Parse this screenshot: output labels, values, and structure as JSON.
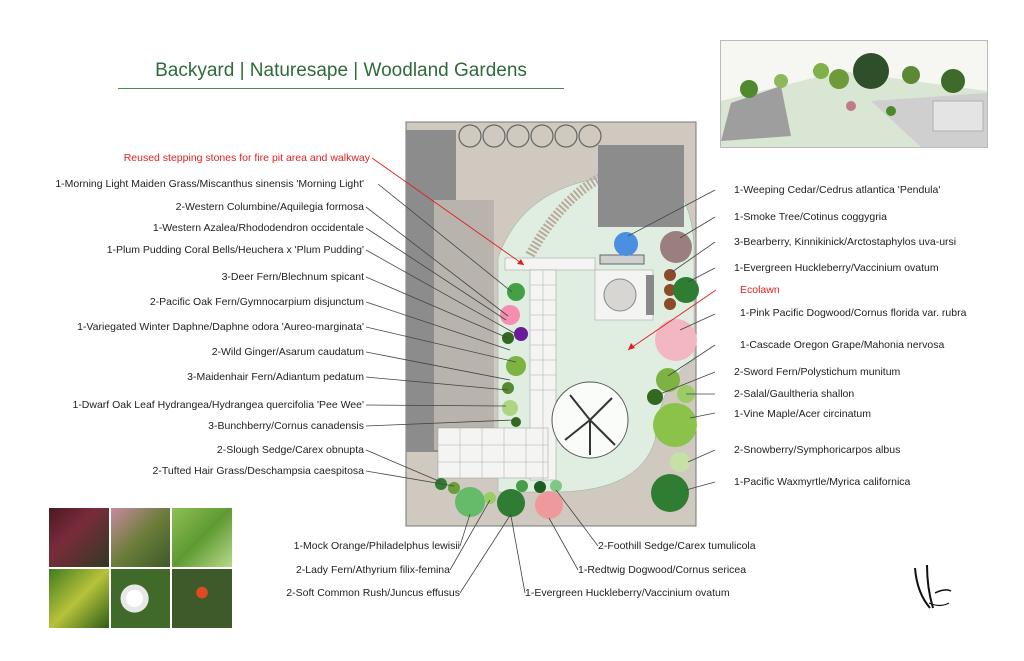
{
  "title": "Backyard | Naturesape | Woodland Gardens",
  "annotations": {
    "stones": "Reused stepping stones for fire pit area and walkway",
    "ecolawn": "Ecolawn"
  },
  "left_labels": [
    "1-Morning Light Maiden Grass/Miscanthus sinensis 'Morning Light'",
    "2-Western Columbine/Aquilegia formosa",
    "1-Western Azalea/Rhododendron occidentale",
    "1-Plum Pudding Coral Bells/Heuchera x 'Plum Pudding'",
    "3-Deer Fern/Blechnum spicant",
    "2-Pacific Oak Fern/Gymnocarpium disjunctum",
    "1-Variegated Winter Daphne/Daphne odora 'Aureo-marginata'",
    "2-Wild Ginger/Asarum caudatum",
    "3-Maidenhair Fern/Adiantum pedatum",
    "1-Dwarf Oak Leaf Hydrangea/Hydrangea quercifolia 'Pee Wee'",
    "3-Bunchberry/Cornus canadensis",
    "2-Slough Sedge/Carex obnupta",
    "2-Tufted Hair Grass/Deschampsia caespitosa"
  ],
  "right_labels": [
    "1-Weeping Cedar/Cedrus atlantica 'Pendula'",
    "1-Smoke Tree/Cotinus coggygria",
    "3-Bearberry, Kinnikinick/Arctostaphylos uva-ursi",
    "1-Evergreen Huckleberry/Vaccinium ovatum",
    "1-Pink Pacific Dogwood/Cornus florida var. rubra",
    "1-Cascade Oregon Grape/Mahonia nervosa",
    "2-Sword Fern/Polystichum munitum",
    "2-Salal/Gaultheria shallon",
    "1-Vine Maple/Acer circinatum",
    "2-Snowberry/Symphoricarpos albus",
    "1-Pacific Waxmyrtle/Myrica californica"
  ],
  "bottom_left_labels": [
    "1-Mock Orange/Philadelphus lewisii",
    "2-Lady Fern/Athyrium filix-femina",
    "2-Soft Common Rush/Juncus effusus"
  ],
  "bottom_right_labels": [
    "2-Foothill Sedge/Carex tumulicola",
    "1-Redtwig Dogwood/Cornus sericea",
    "1-Evergreen Huckleberry/Vaccinium ovatum"
  ],
  "colors": {
    "title": "#2f6b3a",
    "annotation": "#e02020",
    "yard": "#cfc9bf",
    "lawn": "#dfeee0",
    "building": "#8c8c8c"
  }
}
